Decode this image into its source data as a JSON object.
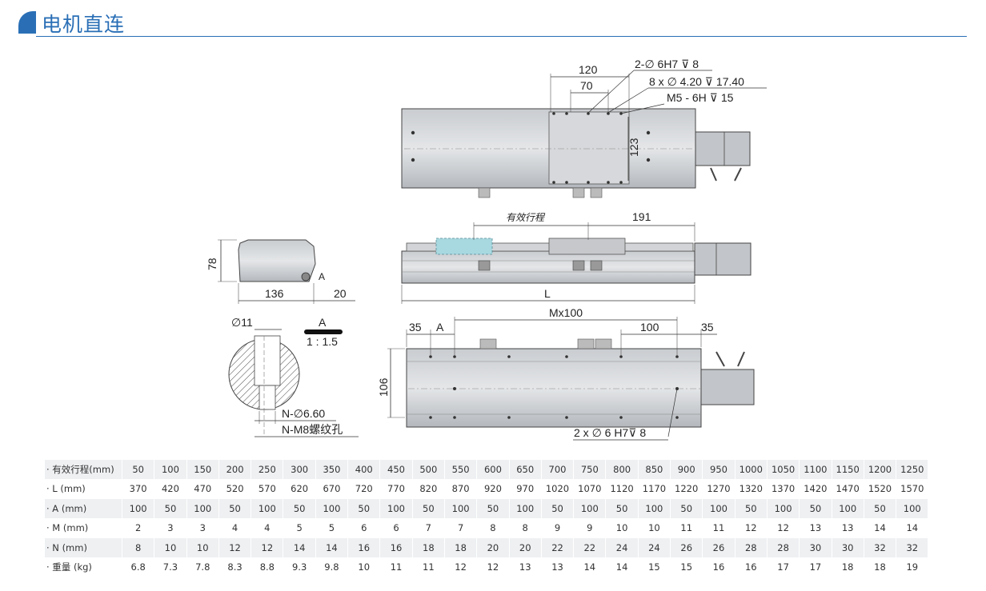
{
  "header": {
    "title": "电机直连"
  },
  "drawing": {
    "top_view": {
      "dim_120": "120",
      "dim_70": "70",
      "dim_123": "123",
      "callout_1": "2-∅ 6H7 ⊽ 8",
      "callout_2": "8 x ∅ 4.20 ⊽ 17.40",
      "callout_3": "M5 - 6H ⊽ 15"
    },
    "side_view": {
      "label_stroke": "有效行程",
      "dim_191": "191",
      "label_L": "L"
    },
    "end_view": {
      "dim_78": "78",
      "dim_136": "136",
      "dim_20": "20",
      "label_A": "A"
    },
    "detail": {
      "dia_11": "∅11",
      "label_A": "A",
      "scale": "1 : 1.5",
      "hole": "N-∅6.60",
      "thread": "N-M8螺纹孔"
    },
    "bottom_view": {
      "dim_35_left": "35",
      "label_A": "A",
      "dim_Mx100": "Mx100",
      "dim_100": "100",
      "dim_35_right": "35",
      "dim_106": "106",
      "callout": "2 x ∅ 6 H7⊽ 8"
    }
  },
  "table": {
    "rows": [
      {
        "label": "· 有效行程(mm)",
        "values": [
          "50",
          "100",
          "150",
          "200",
          "250",
          "300",
          "350",
          "400",
          "450",
          "500",
          "550",
          "600",
          "650",
          "700",
          "750",
          "800",
          "850",
          "900",
          "950",
          "1000",
          "1050",
          "1100",
          "1150",
          "1200",
          "1250"
        ]
      },
      {
        "label": "· L (mm)",
        "values": [
          "370",
          "420",
          "470",
          "520",
          "570",
          "620",
          "670",
          "720",
          "770",
          "820",
          "870",
          "920",
          "970",
          "1020",
          "1070",
          "1120",
          "1170",
          "1220",
          "1270",
          "1320",
          "1370",
          "1420",
          "1470",
          "1520",
          "1570"
        ]
      },
      {
        "label": "· A (mm)",
        "values": [
          "100",
          "50",
          "100",
          "50",
          "100",
          "50",
          "100",
          "50",
          "100",
          "50",
          "100",
          "50",
          "100",
          "50",
          "100",
          "50",
          "100",
          "50",
          "100",
          "50",
          "100",
          "50",
          "100",
          "50",
          "100"
        ]
      },
      {
        "label": "· M (mm)",
        "values": [
          "2",
          "3",
          "3",
          "4",
          "4",
          "5",
          "5",
          "6",
          "6",
          "7",
          "7",
          "8",
          "8",
          "9",
          "9",
          "10",
          "10",
          "11",
          "11",
          "12",
          "12",
          "13",
          "13",
          "14",
          "14"
        ]
      },
      {
        "label": "· N (mm)",
        "values": [
          "8",
          "10",
          "10",
          "12",
          "12",
          "14",
          "14",
          "16",
          "16",
          "18",
          "18",
          "20",
          "20",
          "22",
          "22",
          "24",
          "24",
          "26",
          "26",
          "28",
          "28",
          "30",
          "30",
          "32",
          "32"
        ]
      },
      {
        "label": "· 重量 (kg)",
        "values": [
          "6.8",
          "7.3",
          "7.8",
          "8.3",
          "8.8",
          "9.3",
          "9.8",
          "10",
          "11",
          "11",
          "12",
          "12",
          "13",
          "13",
          "14",
          "14",
          "15",
          "15",
          "16",
          "16",
          "17",
          "17",
          "18",
          "18",
          "19"
        ]
      }
    ]
  }
}
